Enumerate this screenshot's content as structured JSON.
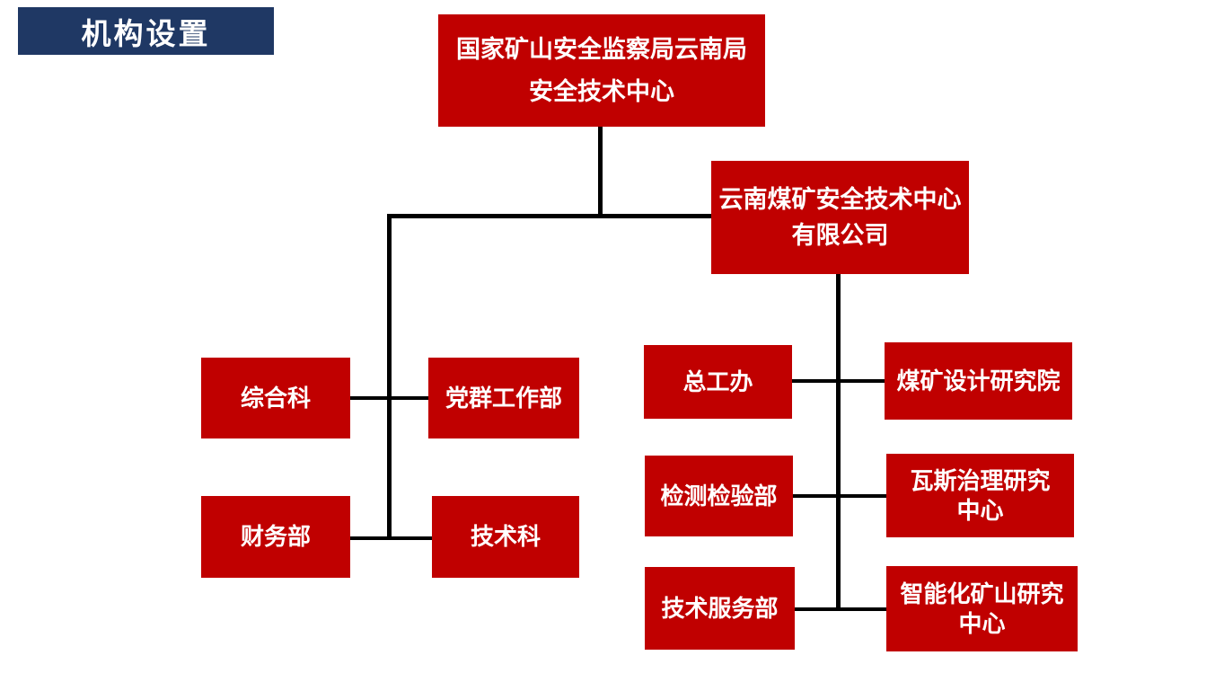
{
  "badge": {
    "label": "机构设置"
  },
  "org": {
    "root": {
      "lines": [
        "国家矿山安全监察局云南局",
        "安全技术中心"
      ]
    },
    "company": {
      "lines": [
        "云南煤矿安全技术中心",
        "有限公司"
      ]
    },
    "left": [
      {
        "label": "综合科"
      },
      {
        "label": "党群工作部"
      },
      {
        "label": "财务部"
      },
      {
        "label": "技术科"
      }
    ],
    "right": [
      {
        "label": "总工办"
      },
      {
        "label": "煤矿设计研究院"
      },
      {
        "label": "检测检验部"
      },
      {
        "lines": [
          "瓦斯治理研究",
          "中心"
        ]
      },
      {
        "label": "技术服务部"
      },
      {
        "lines": [
          "智能化矿山研究",
          "中心"
        ]
      }
    ]
  },
  "colors": {
    "box_red": "#C00000",
    "badge_navy": "#1F3864",
    "line_black": "#000000",
    "text_white": "#FFFFFF"
  }
}
